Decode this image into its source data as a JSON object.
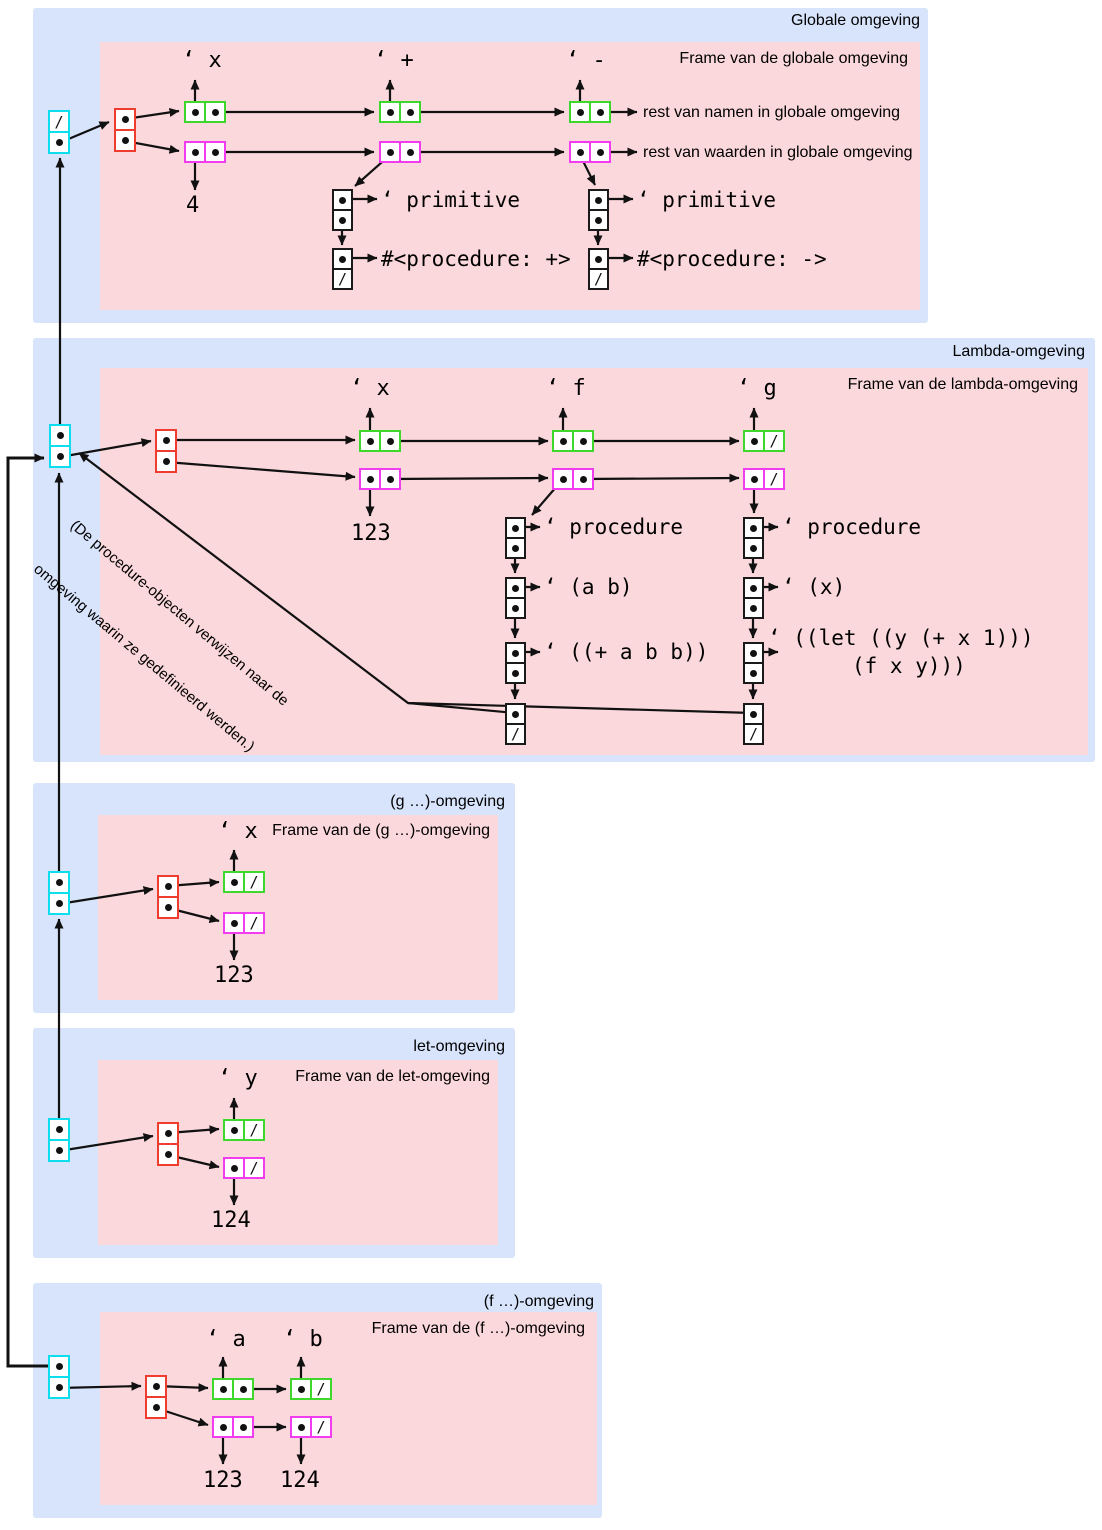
{
  "glyphs": {
    "null_slash": "/"
  },
  "global_env": {
    "title": "Globale omgeving",
    "frame_label": "Frame van de globale omgeving",
    "var_x": "‘ x",
    "var_plus": "‘ +",
    "var_minus": "‘ -",
    "x_value": "4",
    "rest_names": "rest van namen in globale omgeving",
    "rest_values": "rest van waarden in globale omgeving",
    "plus_tag": "‘ primitive",
    "plus_proc": "#<procedure: +>",
    "minus_tag": "‘ primitive",
    "minus_proc": "#<procedure: ->"
  },
  "lambda_env": {
    "title": "Lambda-omgeving",
    "frame_label": "Frame van de lambda-omgeving",
    "var_x": "‘ x",
    "var_f": "‘ f",
    "var_g": "‘ g",
    "x_value": "123",
    "f_tag": "‘ procedure",
    "f_params": "‘ (a b)",
    "f_body": "‘ ((+ a b b))",
    "g_tag": "‘ procedure",
    "g_params": "‘ (x)",
    "g_body_line1": "‘ ((let ((y (+ x 1)))",
    "g_body_line2": "(f x y)))",
    "note_line1": "(De procedure-objecten verwijzen naar de",
    "note_line2": "omgeving waarin ze gedefinieerd werden.)"
  },
  "g_env": {
    "title": "(g …)-omgeving",
    "frame_label": "Frame van de (g …)-omgeving",
    "var_x": "‘ x",
    "x_value": "123"
  },
  "let_env": {
    "title": "let-omgeving",
    "frame_label": "Frame van de let-omgeving",
    "var_y": "‘ y",
    "y_value": "124"
  },
  "f_env": {
    "title": "(f …)-omgeving",
    "frame_label": "Frame van de (f …)-omgeving",
    "var_a": "‘ a",
    "var_b": "‘ b",
    "a_value": "123",
    "b_value": "124"
  }
}
